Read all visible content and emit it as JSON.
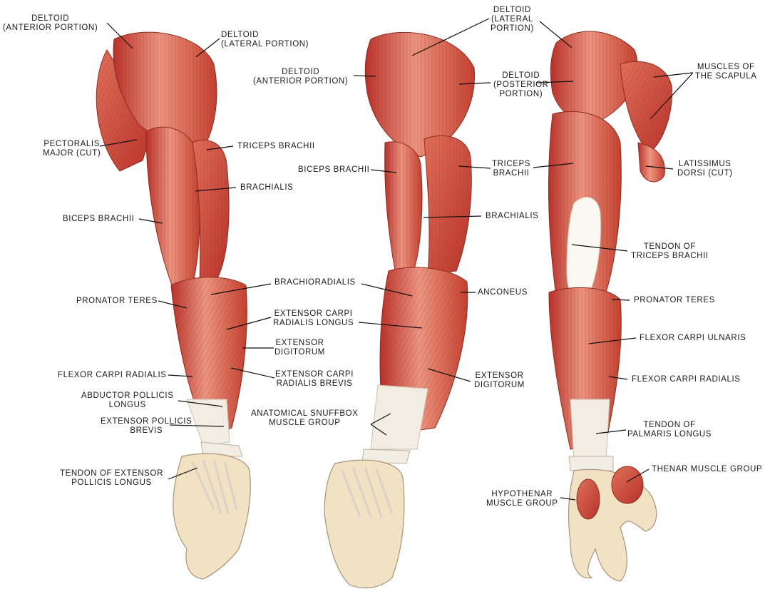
{
  "colors": {
    "muscle": "#d9543f",
    "muscle_dark": "#b8322a",
    "muscle_light": "#ec9580",
    "tendon": "#f3ece3",
    "skin": "#f1e2c4",
    "skin_shade": "#d8c49e",
    "leader": "#111111",
    "text": "#1a1a1a"
  },
  "labels": {
    "deltoid_anterior_1": "DELTOID\n(ANTERIOR PORTION)",
    "deltoid_lateral_1": "DELTOID\n(LATERAL PORTION)",
    "pectoralis_major": "PECTORALIS\nMAJOR (CUT)",
    "triceps_brachii_1": "TRICEPS BRACHII",
    "brachialis_1": "BRACHIALIS",
    "biceps_brachii_1": "BICEPS BRACHII",
    "pronator_teres_1": "PRONATOR TERES",
    "brachioradialis": "BRACHIORADIALIS",
    "extensor_carpi_radialis_longus": "EXTENSOR CARPI\nRADIALIS LONGUS",
    "extensor_digitorum_1": "EXTENSOR\nDIGITORUM",
    "flexor_carpi_radialis_1": "FLEXOR CARPI RADIALIS",
    "extensor_carpi_radialis_brevis": "EXTENSOR CARPI\nRADIALIS BREVIS",
    "abductor_pollicis_longus": "ABDUCTOR POLLICIS\nLONGUS",
    "extensor_pollicis_brevis": "EXTENSOR POLLICIS\nBREVIS",
    "tendon_extensor_pollicis_longus": "TENDON OF EXTENSOR\nPOLLICIS LONGUS",
    "deltoid_lateral_2": "DELTOID\n(LATERAL\nPORTION)",
    "deltoid_anterior_2": "DELTOID\n(ANTERIOR PORTION)",
    "deltoid_posterior": "DELTOID\n(POSTERIOR\nPORTION)",
    "biceps_brachii_2": "BICEPS BRACHII",
    "triceps_brachii_2": "TRICEPS\nBRACHII",
    "brachialis_2": "BRACHIALIS",
    "anconeus": "ANCONEUS",
    "extensor_digitorum_2": "EXTENSOR\nDIGITORUM",
    "anatomical_snuffbox": "ANATOMICAL SNUFFBOX\nMUSCLE GROUP",
    "muscles_of_scapula": "MUSCLES OF\nTHE SCAPULA",
    "latissimus_dorsi": "LATISSIMUS\nDORSI (CUT)",
    "tendon_triceps": "TENDON OF\nTRICEPS BRACHII",
    "pronator_teres_3": "PRONATOR TERES",
    "flexor_carpi_ulnaris": "FLEXOR CARPI ULNARIS",
    "flexor_carpi_radialis_3": "FLEXOR CARPI RADIALIS",
    "tendon_palmaris_longus": "TENDON OF\nPALMARIS LONGUS",
    "thenar_muscle_group": "THENAR MUSCLE GROUP",
    "hypothenar_muscle_group": "HYPOTHENAR\nMUSCLE GROUP"
  }
}
